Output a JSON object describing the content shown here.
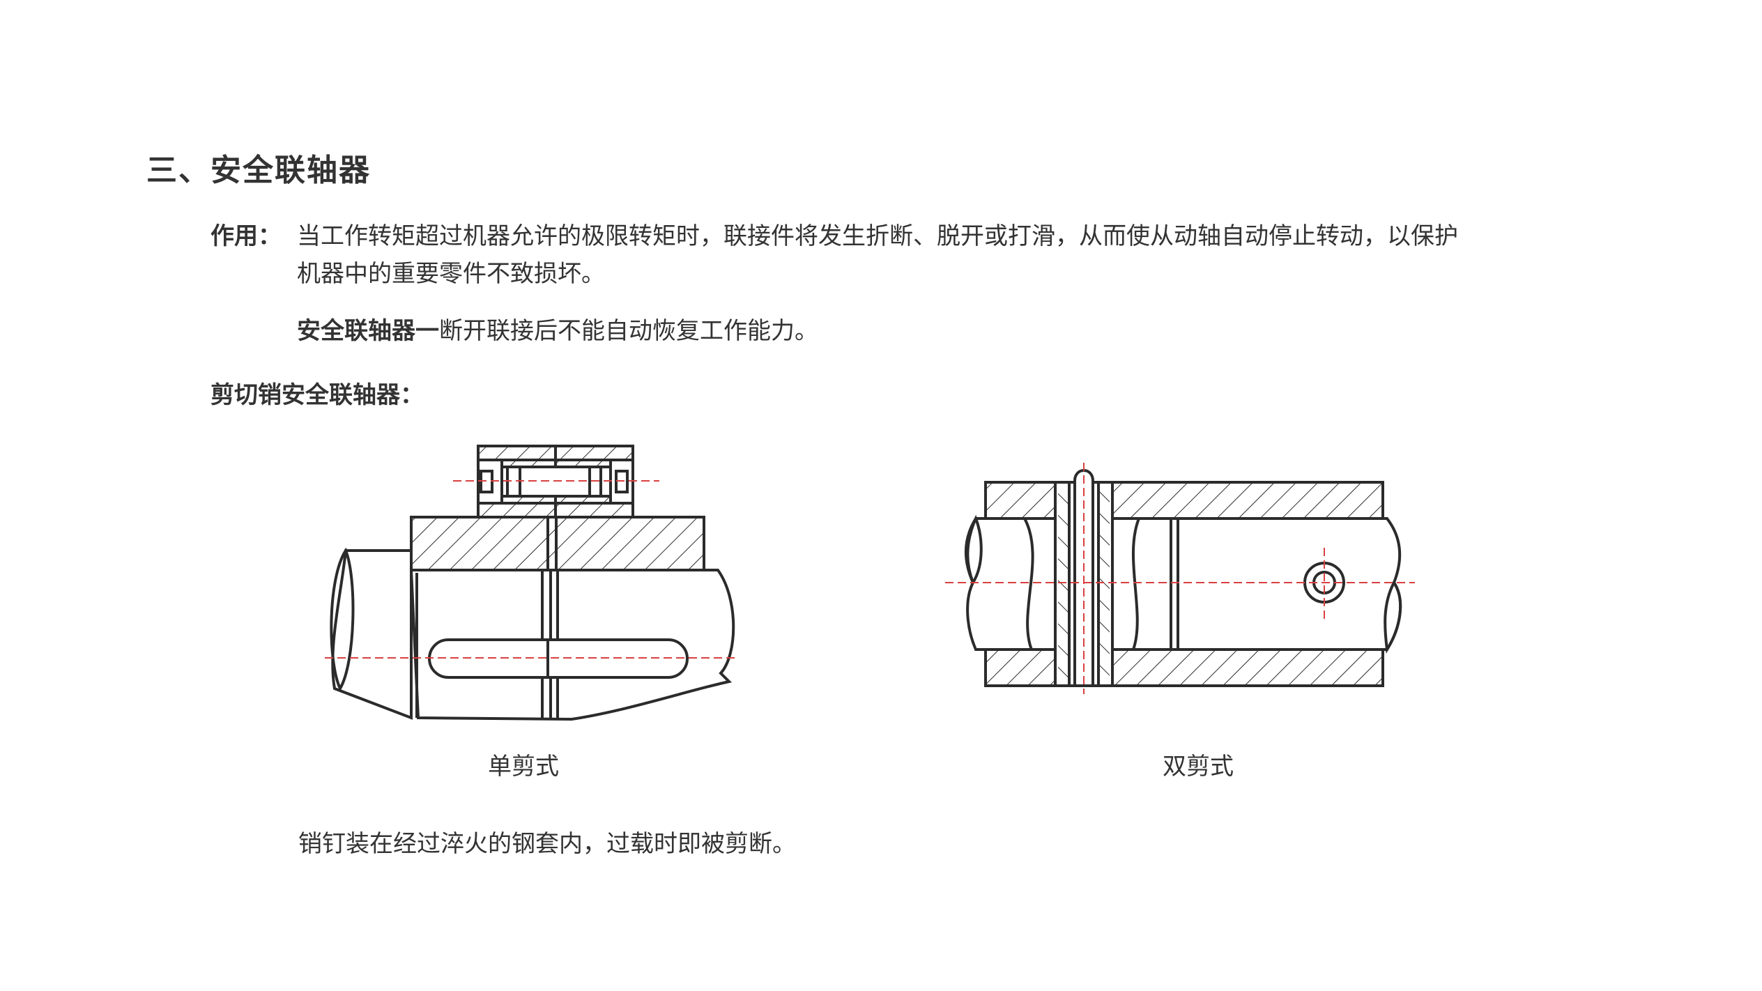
{
  "section_title": "三、安全联轴器",
  "purpose": {
    "label": "作用：",
    "line1": "当工作转矩超过机器允许的极限转矩时，联接件将发生折断、脱开或打滑，从而使从动轴自动停止转动，以保护",
    "line2": "机器中的重要零件不致损坏。"
  },
  "definition": {
    "term": "安全联轴器一",
    "text": "断开联接后不能自动恢复工作能力。"
  },
  "subheading": "剪切销安全联轴器：",
  "figures": {
    "single_caption": "单剪式",
    "double_caption": "双剪式"
  },
  "footer_note": "销钉装在经过淬火的钢套内，过载时即被剪断。",
  "colors": {
    "text": "#333333",
    "outline": "#2b2b2b",
    "centerline": "#d94040"
  }
}
